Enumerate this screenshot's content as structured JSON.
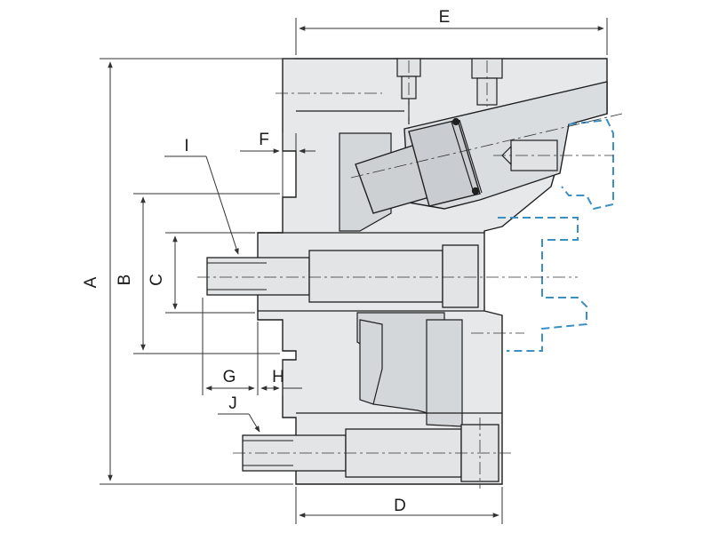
{
  "diagram": {
    "dimension_labels": {
      "A": "A",
      "B": "B",
      "C": "C",
      "D": "D",
      "E": "E",
      "F": "F",
      "G": "G",
      "H": "H",
      "I": "I",
      "J": "J"
    },
    "colors": {
      "body_fill": "#e6e8ea",
      "line": "#1f1f1f",
      "workpiece_line": "#3a8fc4",
      "dim_line": "#333333"
    }
  }
}
